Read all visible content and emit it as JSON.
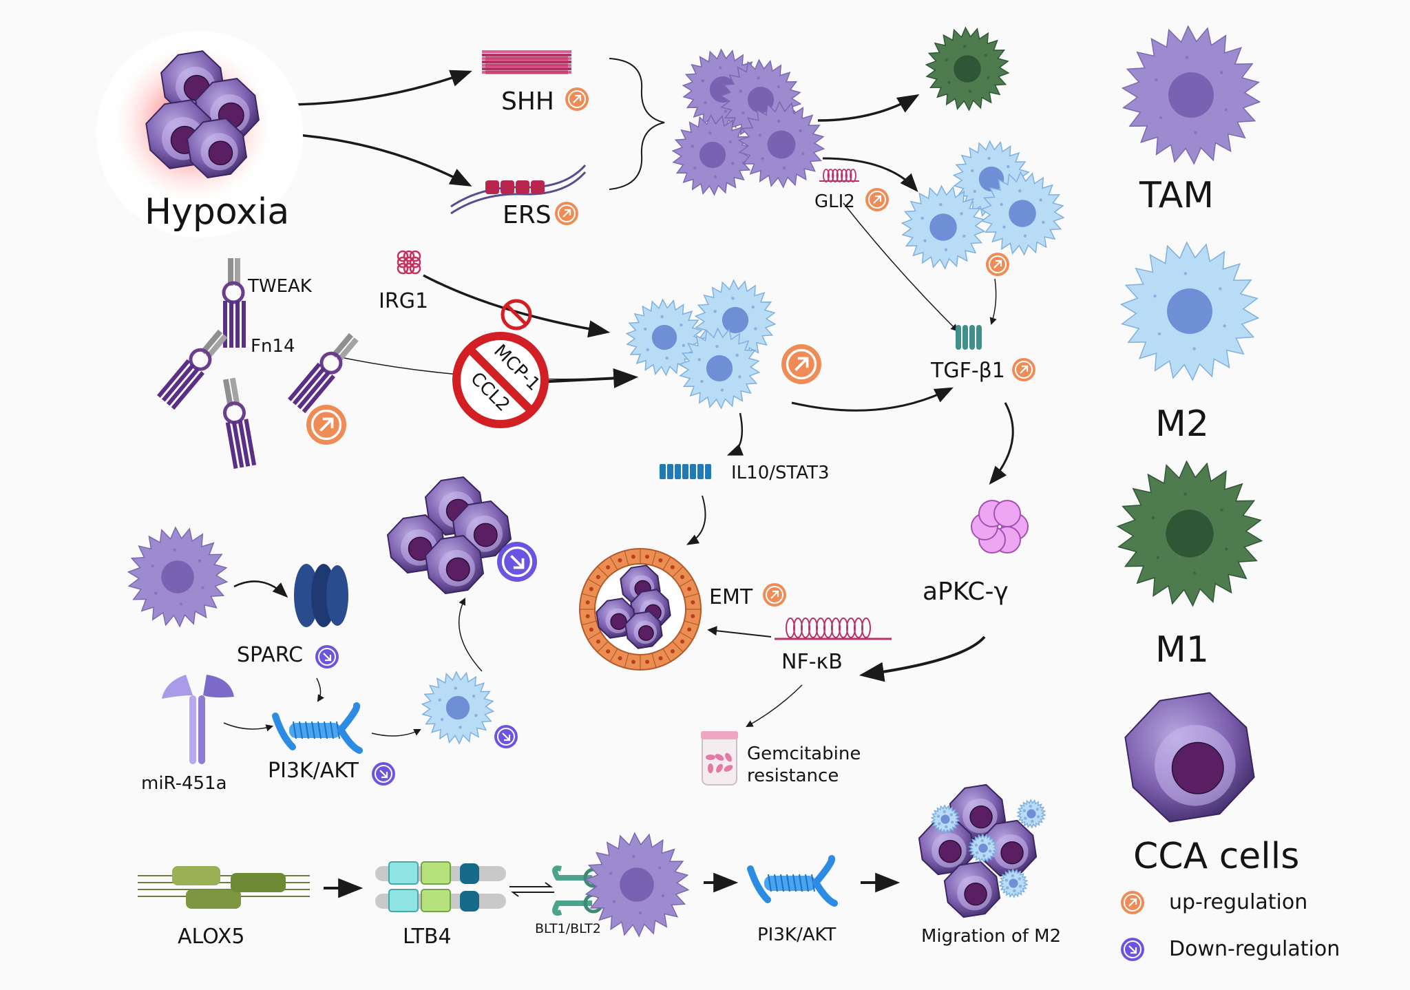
{
  "labels": {
    "hypoxia": "Hypoxia",
    "shh": "SHH",
    "ers": "ERS",
    "gli2": "GLI2",
    "tweak": "TWEAK",
    "fn14": "Fn14",
    "irg1": "IRG1",
    "mcp1": "MCP-1",
    "ccl2": "CCL2",
    "tgfb1": "TGF-β1",
    "il10_stat3": "IL10/STAT3",
    "apkc": "aPKC-γ",
    "emt": "EMT",
    "nfkb": "NF-κB",
    "gemcitabine": "Gemcitabine",
    "resistance": "resistance",
    "sparc": "SPARC",
    "mir451a": "miR-451a",
    "pi3k_akt": "PI3K/AKT",
    "alox5": "ALOX5",
    "ltb4": "LTB4",
    "blt": "BLT1/BLT2",
    "pi3k_akt_2": "PI3K/AKT",
    "migration": "Migration of M2"
  },
  "legend": {
    "tam": "TAM",
    "m2": "M2",
    "m1": "M1",
    "cca": "CCA cells",
    "up": "up-regulation",
    "down": "Down-regulation"
  },
  "colors": {
    "tam": "#9d8bcf",
    "tam_nucleus": "#7a62b3",
    "m2": "#b8dbf6",
    "m2_nucleus": "#6e8fd6",
    "m1": "#4e7c4e",
    "m1_nucleus": "#2f5636",
    "cca": "#6a4d93",
    "cca_nucleus": "#5a1f63",
    "up": "#ef8b55",
    "down": "#6a55e0",
    "arrow": "#1a1a1a",
    "no_sign": "#d21f24"
  },
  "icons": {
    "up": "up-regulation-arrow-icon",
    "down": "down-regulation-arrow-icon"
  }
}
